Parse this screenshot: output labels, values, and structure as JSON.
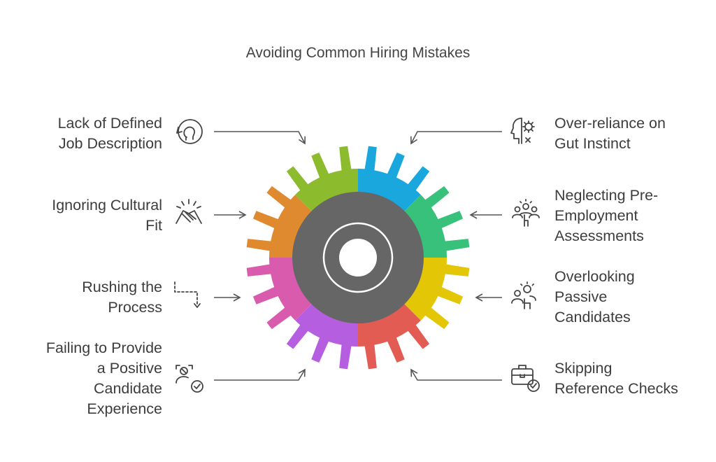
{
  "title": "Avoiding Common Hiring Mistakes",
  "items": [
    {
      "label": "Lack of Defined\nJob Description",
      "icon": "redo-head-icon",
      "color": "#1aa7dd"
    },
    {
      "label": "Over-reliance on\nGut Instinct",
      "icon": "head-gears-icon",
      "color": "#38c17b"
    },
    {
      "label": "Neglecting Pre-\nEmployment\nAssessments",
      "icon": "group-presenter-icon",
      "color": "#e3c606"
    },
    {
      "label": "Overlooking\nPassive\nCandidates",
      "icon": "people-idea-icon",
      "color": "#e35c54"
    },
    {
      "label": "Skipping\nReference Checks",
      "icon": "briefcase-check-icon",
      "color": "#b65ee0"
    },
    {
      "label": "Failing to Provide\na Positive\nCandidate\nExperience",
      "icon": "candidate-scan-icon",
      "color": "#d95bae"
    },
    {
      "label": "Rushing the\nProcess",
      "icon": "dashed-path-icon",
      "color": "#e08a30"
    },
    {
      "label": "Ignoring Cultural\nFit",
      "icon": "handshake-icon",
      "color": "#8cbb2e"
    }
  ],
  "center_color": "#666666"
}
